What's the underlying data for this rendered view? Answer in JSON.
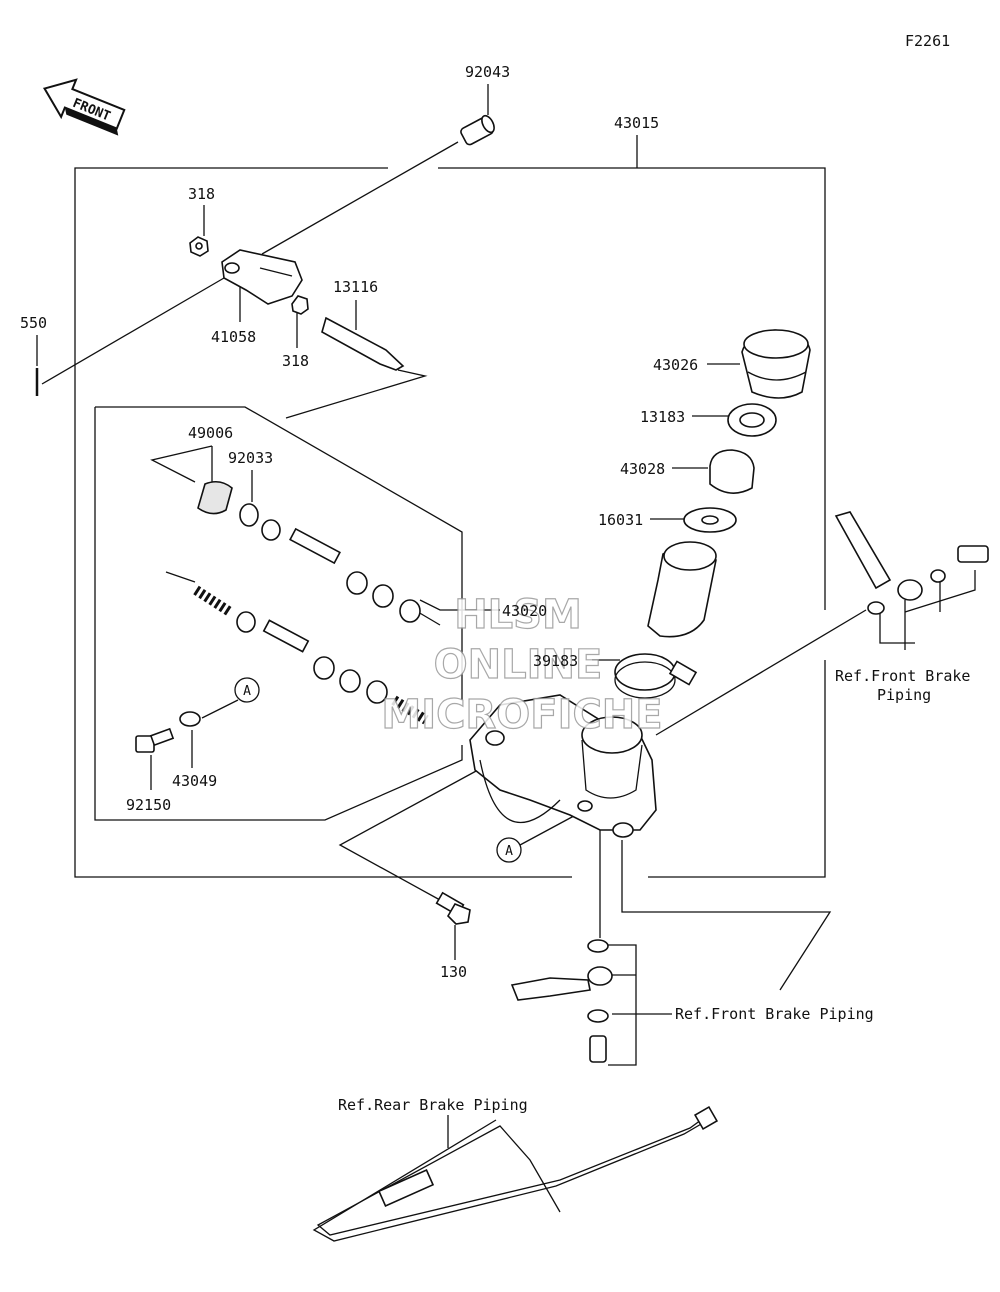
{
  "diagram_id": "F2261",
  "front_arrow_label": "FRONT",
  "watermark": [
    "HLSM",
    "ONLINE",
    "MICROFICHE"
  ],
  "parts": {
    "p92043": "92043",
    "p43015": "43015",
    "p318a": "318",
    "p318b": "318",
    "p41058": "41058",
    "p550": "550",
    "p13116": "13116",
    "p43026": "43026",
    "p13183": "13183",
    "p43028": "43028",
    "p16031": "16031",
    "p49006": "49006",
    "p92033": "92033",
    "p43020": "43020",
    "p39183": "39183",
    "p43049": "43049",
    "p92150": "92150",
    "p130": "130"
  },
  "callouts": {
    "a1": "A",
    "a2": "A"
  },
  "refs": {
    "front_brake_1": "Ref.Front Brake",
    "front_brake_1b": "Piping",
    "front_brake_2": "Ref.Front Brake Piping",
    "rear_brake": "Ref.Rear Brake Piping"
  }
}
